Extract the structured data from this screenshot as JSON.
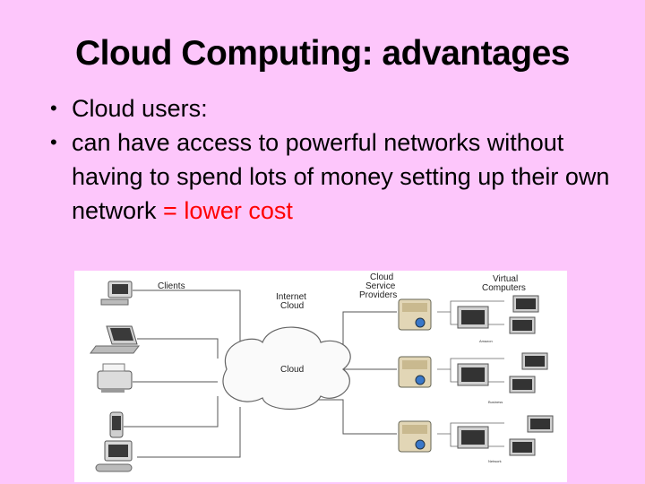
{
  "slide": {
    "title": "Cloud Computing: advantages",
    "bullets": [
      {
        "text": "Cloud users:"
      },
      {
        "text": "can have access to powerful networks without having to spend lots of money setting up their own network ",
        "highlight": "= lower cost"
      }
    ],
    "bullet_glyph": "•"
  },
  "diagram": {
    "labels": {
      "clients": "Clients",
      "internet_cloud_1": "Internet",
      "internet_cloud_2": "Cloud",
      "cloud": "Cloud",
      "providers_1": "Cloud",
      "providers_2": "Service",
      "providers_3": "Providers",
      "virtual_1": "Virtual",
      "virtual_2": "Computers",
      "net_1": "Amazon",
      "net_2": "Business",
      "net_3": "Network"
    }
  },
  "colors": {
    "background": "#fdc6fb",
    "highlight": "#ff0000"
  }
}
